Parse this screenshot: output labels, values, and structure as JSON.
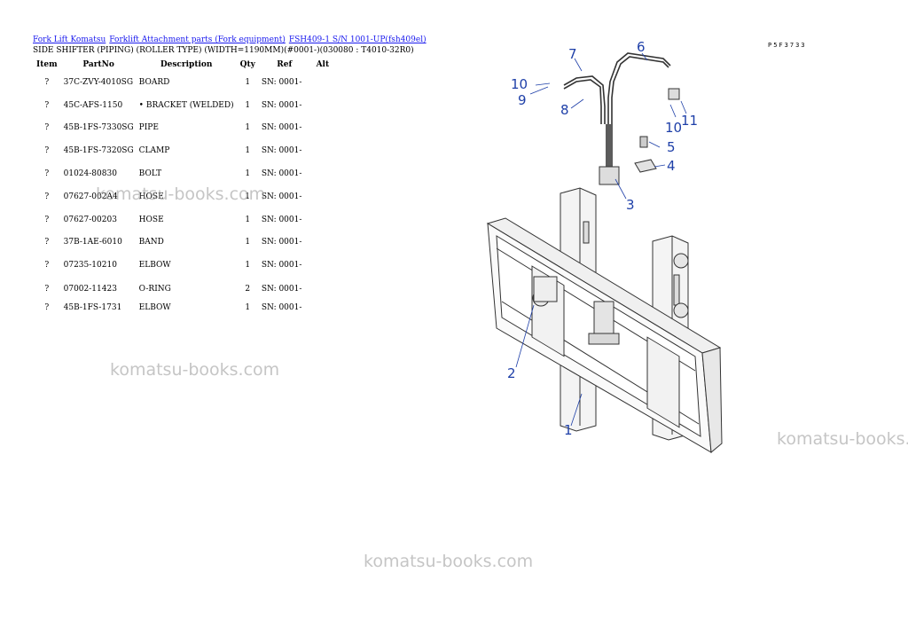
{
  "breadcrumb": {
    "link1": "Fork Lift Komatsu",
    "link2": "Forklift Attachment parts (Fork equipment)",
    "link3": "FSH409-1 S/N 1001-UP(fsh409el)"
  },
  "subtitle": "SIDE SHIFTER (PIPING) (ROLLER TYPE) (WIDTH=1190MM)(#0001-)(030080 : T4010-32R0)",
  "table": {
    "headers": [
      "Item",
      "PartNo",
      "Description",
      "Qty",
      "Ref",
      "Alt"
    ],
    "rows": [
      {
        "item": "?",
        "partno": "37C-ZVY-4010SG",
        "desc": "BOARD",
        "qty": "1",
        "ref": "SN: 0001-"
      },
      {
        "item": "?",
        "partno": "45C-AFS-1150",
        "desc": "• BRACKET (WELDED)",
        "qty": "1",
        "ref": "SN: 0001-"
      },
      {
        "item": "?",
        "partno": "45B-1FS-7330SG",
        "desc": "PIPE",
        "qty": "1",
        "ref": "SN: 0001-"
      },
      {
        "item": "?",
        "partno": "45B-1FS-7320SG",
        "desc": "CLAMP",
        "qty": "1",
        "ref": "SN: 0001-"
      },
      {
        "item": "?",
        "partno": "01024-80830",
        "desc": "BOLT",
        "qty": "1",
        "ref": "SN: 0001-"
      },
      {
        "item": "?",
        "partno": "07627-002A4",
        "desc": "HOSE",
        "qty": "1",
        "ref": "SN: 0001-"
      },
      {
        "item": "?",
        "partno": "07627-00203",
        "desc": "HOSE",
        "qty": "1",
        "ref": "SN: 0001-"
      },
      {
        "item": "?",
        "partno": "37B-1AE-6010",
        "desc": "BAND",
        "qty": "1",
        "ref": "SN: 0001-"
      },
      {
        "item": "?",
        "partno": "07235-10210",
        "desc": "ELBOW",
        "qty": "1",
        "ref": "SN: 0001-"
      },
      {
        "item": "?",
        "partno": "07002-11423",
        "desc": "O-RING",
        "qty": "2",
        "ref": "SN: 0001-"
      },
      {
        "item": "?",
        "partno": "45B-1FS-1731",
        "desc": "ELBOW",
        "qty": "1",
        "ref": "SN: 0001-"
      }
    ]
  },
  "diagram": {
    "code": "P5F3733",
    "callouts": [
      "1",
      "2",
      "3",
      "4",
      "5",
      "6",
      "7",
      "8",
      "9",
      "10",
      "10",
      "11"
    ]
  },
  "watermark": "komatsu-books.com",
  "colors": {
    "link": "#1a1aee",
    "callout": "#1e3fa8",
    "watermark": "#969696"
  }
}
